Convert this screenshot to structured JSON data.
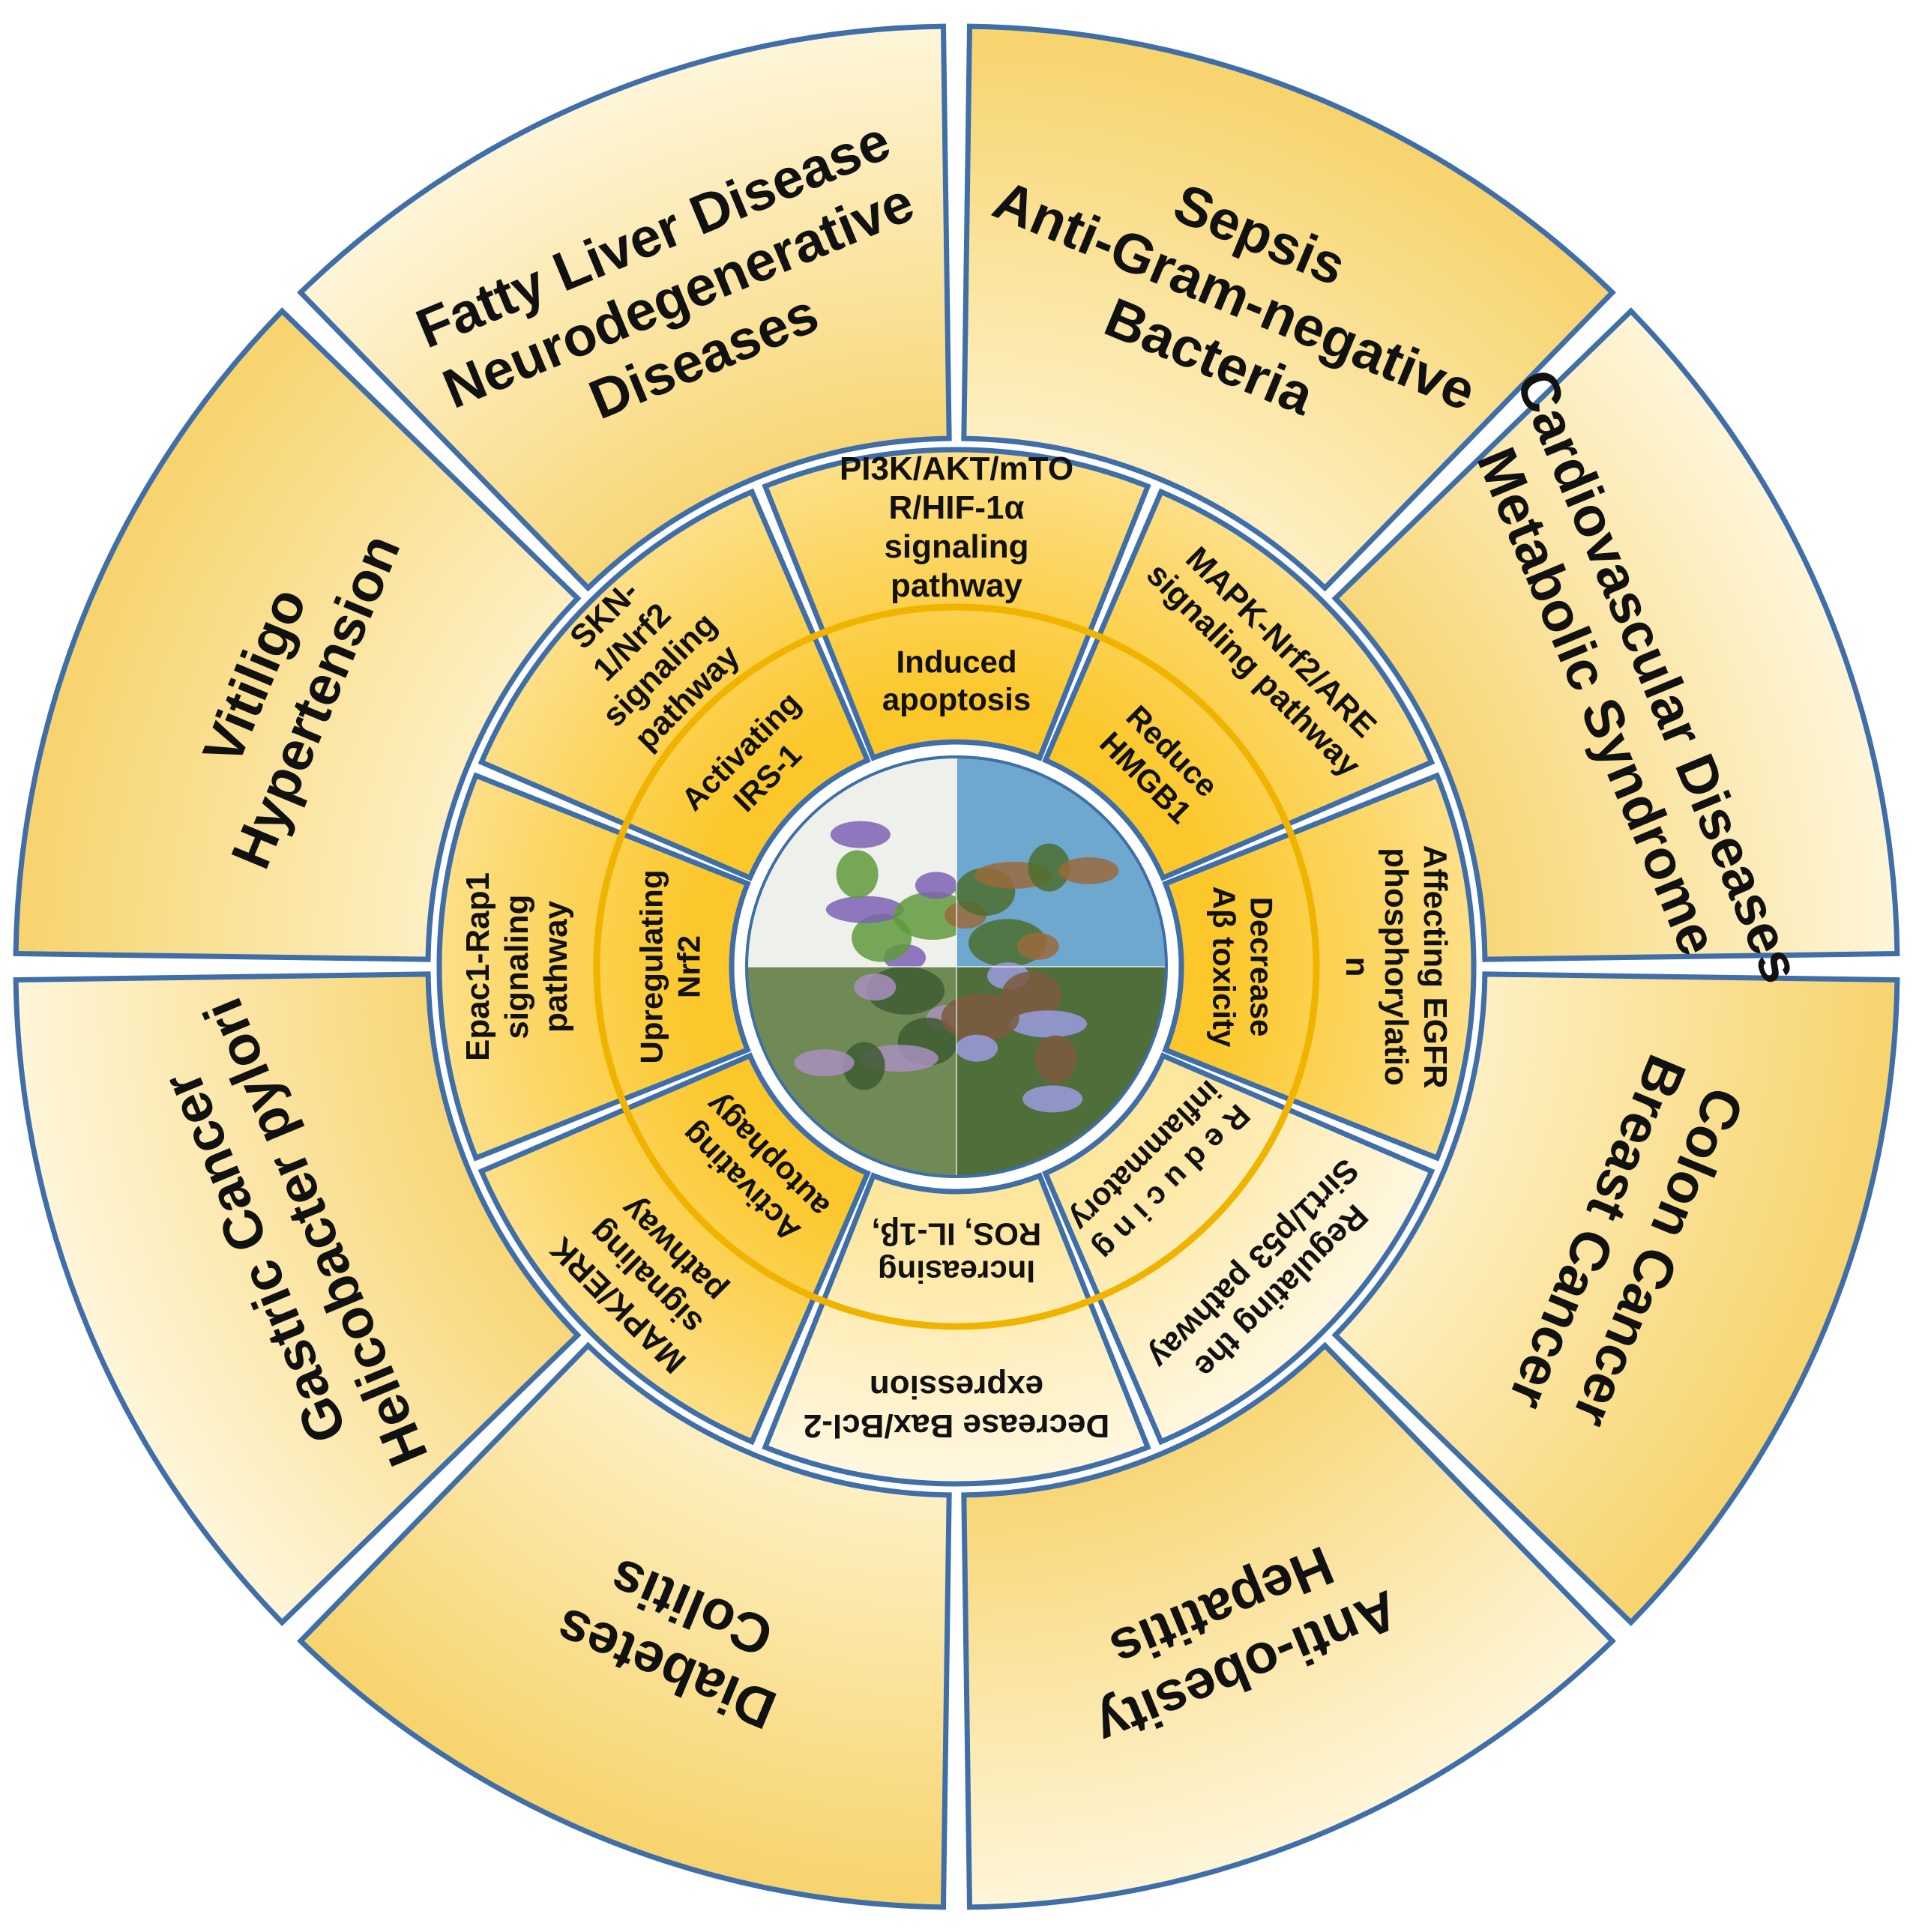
{
  "colors": {
    "segment_border": "#3f6ea8",
    "outer_light": "#fdf3cf",
    "outer_dark": "#f8d675",
    "mid_dark": "#fbc72a",
    "mid_light": "#fef3cf",
    "ring": "#f0b400",
    "text": "#111111"
  },
  "outer_ring": [
    {
      "lines": [
        "Fatty Liver Disease",
        "Neurodegenerative",
        "Diseases"
      ]
    },
    {
      "lines": [
        "Sepsis",
        "Anti-Gram-negative",
        "Bacteria"
      ]
    },
    {
      "lines": [
        "Cardiovascular Diseases",
        "Metabolic Syndrome"
      ]
    },
    {
      "lines": [
        "Colon Cancer",
        "Breast Cancer"
      ]
    },
    {
      "lines": [
        "Anti-obesity",
        "Hepatitis"
      ]
    },
    {
      "lines": [
        "Diabetes",
        "Colitis"
      ]
    },
    {
      "lines": [
        "Gastric Cancer",
        "Helicobacter pylori"
      ]
    },
    {
      "lines": [
        "Vitiligo",
        "Hypertension"
      ]
    }
  ],
  "middle_ring": [
    {
      "lines": [
        "PI3K/AKT/mTO",
        "R/HIF-1α",
        "signaling",
        "pathway"
      ]
    },
    {
      "lines": [
        "MAPK-Nrf2/ARE",
        "signaling pathway"
      ]
    },
    {
      "lines": [
        "Affecting EGFR",
        "phosphorylatio",
        "n"
      ]
    },
    {
      "lines": [
        "Regulating the",
        "Sirt1/p53 pathway"
      ]
    },
    {
      "lines": [
        "Decrease Bax/Bcl-2",
        "expression"
      ]
    },
    {
      "lines": [
        "MAPK/ERK",
        "signaling",
        "pathway"
      ]
    },
    {
      "lines": [
        "Epac1-Rap1",
        "signaling",
        "pathway"
      ]
    },
    {
      "lines": [
        "SKN-",
        "1/Nrf2",
        "signaling",
        "pathway"
      ]
    }
  ],
  "inner_ring": [
    {
      "lines": [
        "Induced",
        "apoptosis"
      ]
    },
    {
      "lines": [
        "Reduce",
        "HMGB1"
      ]
    },
    {
      "lines": [
        "Decrease",
        "Aβ toxicity"
      ]
    },
    {
      "lines": [
        "R e d u c i n g",
        "inflammatory"
      ]
    },
    {
      "lines": [
        "Increasing",
        "ROS, IL-1β,"
      ]
    },
    {
      "lines": [
        "Activating",
        "autophagy"
      ]
    },
    {
      "lines": [
        "Upregulating",
        "Nrf2"
      ]
    },
    {
      "lines": [
        "Activating",
        "IRS-1"
      ]
    }
  ],
  "center_photos": [
    {
      "name": "passionflower",
      "colors": [
        "#eef0ec",
        "#7d62b5",
        "#5f9a3c"
      ]
    },
    {
      "name": "tamarind",
      "colors": [
        "#6fa8cf",
        "#9a6a3b",
        "#4d6e2e"
      ]
    },
    {
      "name": "vitex-shrub",
      "colors": [
        "#6f8a55",
        "#a98fbf",
        "#3f5a32"
      ]
    },
    {
      "name": "blue-flower",
      "colors": [
        "#4f6e3a",
        "#9a9ee0",
        "#7b5a40"
      ]
    }
  ]
}
